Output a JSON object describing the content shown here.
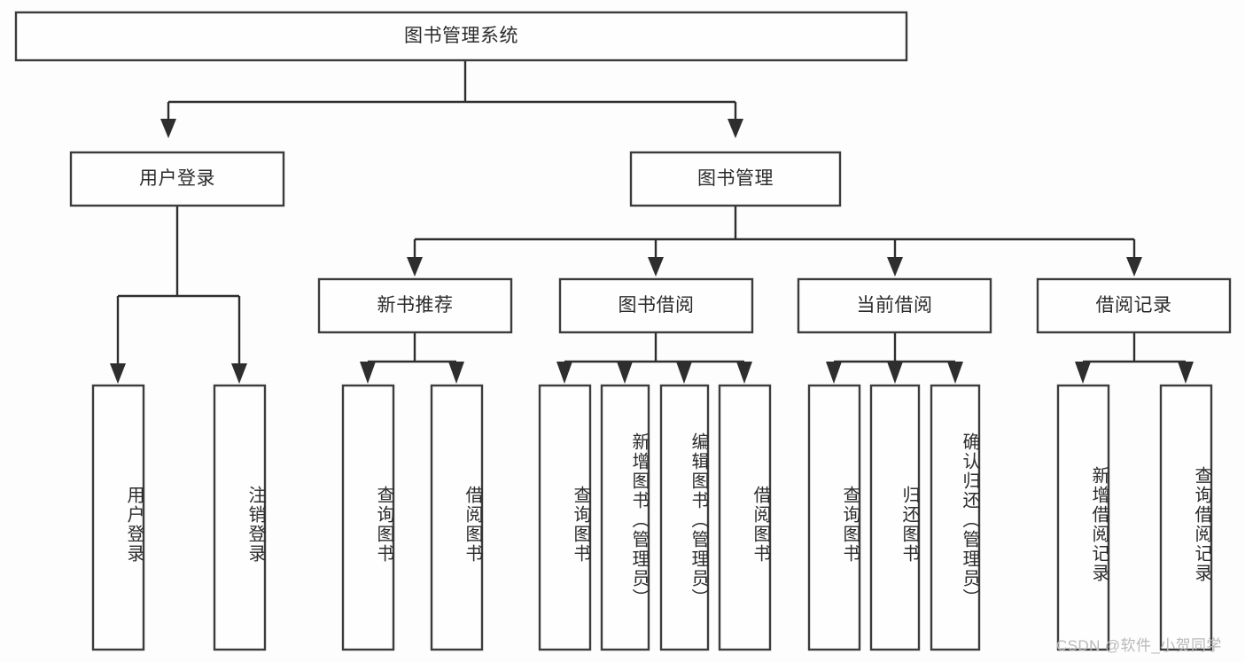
{
  "diagram": {
    "type": "tree-hierarchy",
    "title": "图书管理系统",
    "root": {
      "label": "图书管理系统",
      "id": "root"
    },
    "level2": [
      {
        "id": "user-login",
        "label": "用户登录"
      },
      {
        "id": "book-manage",
        "label": "图书管理"
      }
    ],
    "level3": [
      {
        "id": "new-book-recommend",
        "label": "新书推荐",
        "parent": "book-manage"
      },
      {
        "id": "book-borrow",
        "label": "图书借阅",
        "parent": "book-manage"
      },
      {
        "id": "current-borrow",
        "label": "当前借阅",
        "parent": "book-manage"
      },
      {
        "id": "borrow-record",
        "label": "借阅记录",
        "parent": "book-manage"
      }
    ],
    "leaves": [
      {
        "id": "leaf-user-login",
        "label": "用户登录",
        "parent": "user-login"
      },
      {
        "id": "leaf-user-logout",
        "label": "注销登录",
        "parent": "user-login"
      },
      {
        "id": "leaf-query-book-1",
        "label": "查询图书",
        "parent": "new-book-recommend"
      },
      {
        "id": "leaf-borrow-book-1",
        "label": "借阅图书",
        "parent": "new-book-recommend"
      },
      {
        "id": "leaf-query-book-2",
        "label": "查询图书",
        "parent": "book-borrow"
      },
      {
        "id": "leaf-add-book",
        "label": "新增图书（管理员）",
        "parent": "book-borrow"
      },
      {
        "id": "leaf-edit-book",
        "label": "编辑图书（管理员）",
        "parent": "book-borrow"
      },
      {
        "id": "leaf-borrow-book-2",
        "label": "借阅图书",
        "parent": "book-borrow"
      },
      {
        "id": "leaf-query-book-3",
        "label": "查询图书",
        "parent": "current-borrow"
      },
      {
        "id": "leaf-return-book",
        "label": "归还图书",
        "parent": "current-borrow"
      },
      {
        "id": "leaf-confirm-return",
        "label": "确认归还（管理员）",
        "parent": "current-borrow"
      },
      {
        "id": "leaf-add-record",
        "label": "新增借阅记录",
        "parent": "borrow-record"
      },
      {
        "id": "leaf-query-record",
        "label": "查询借阅记录",
        "parent": "borrow-record"
      }
    ]
  },
  "watermark": {
    "text": "CSDN @软件_小贺同学"
  },
  "colors": {
    "background": "#fdfdfd",
    "box_fill": "#fefefe",
    "box_border": "#3c3c3c",
    "connector": "#2e2e2e",
    "text": "#2b2b2b",
    "watermark": "#b9b9b9"
  }
}
